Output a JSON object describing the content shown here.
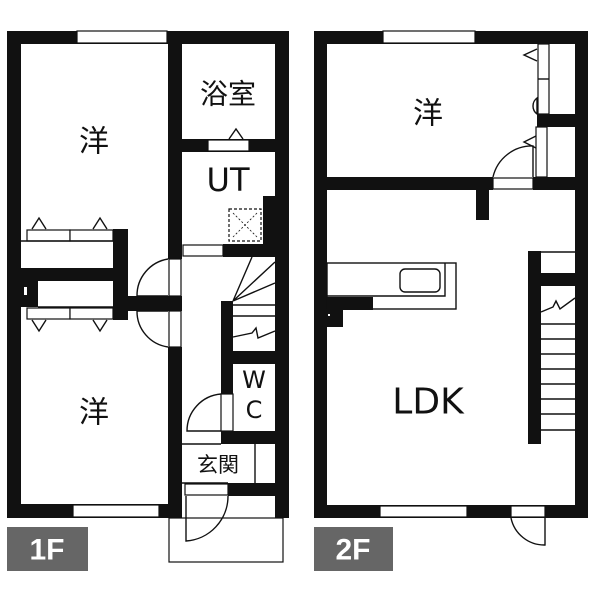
{
  "floors": [
    {
      "label": "1F",
      "rooms": {
        "bedroom_upper": "洋",
        "bath": "浴室",
        "utility": "UT",
        "wc_w": "W",
        "wc_c": "C",
        "entrance": "玄関",
        "bedroom_lower": "洋"
      }
    },
    {
      "label": "2F",
      "rooms": {
        "bedroom": "洋",
        "ldk": "LDK"
      }
    }
  ],
  "colors": {
    "wall": "#111111",
    "label_bg": "#666666"
  }
}
